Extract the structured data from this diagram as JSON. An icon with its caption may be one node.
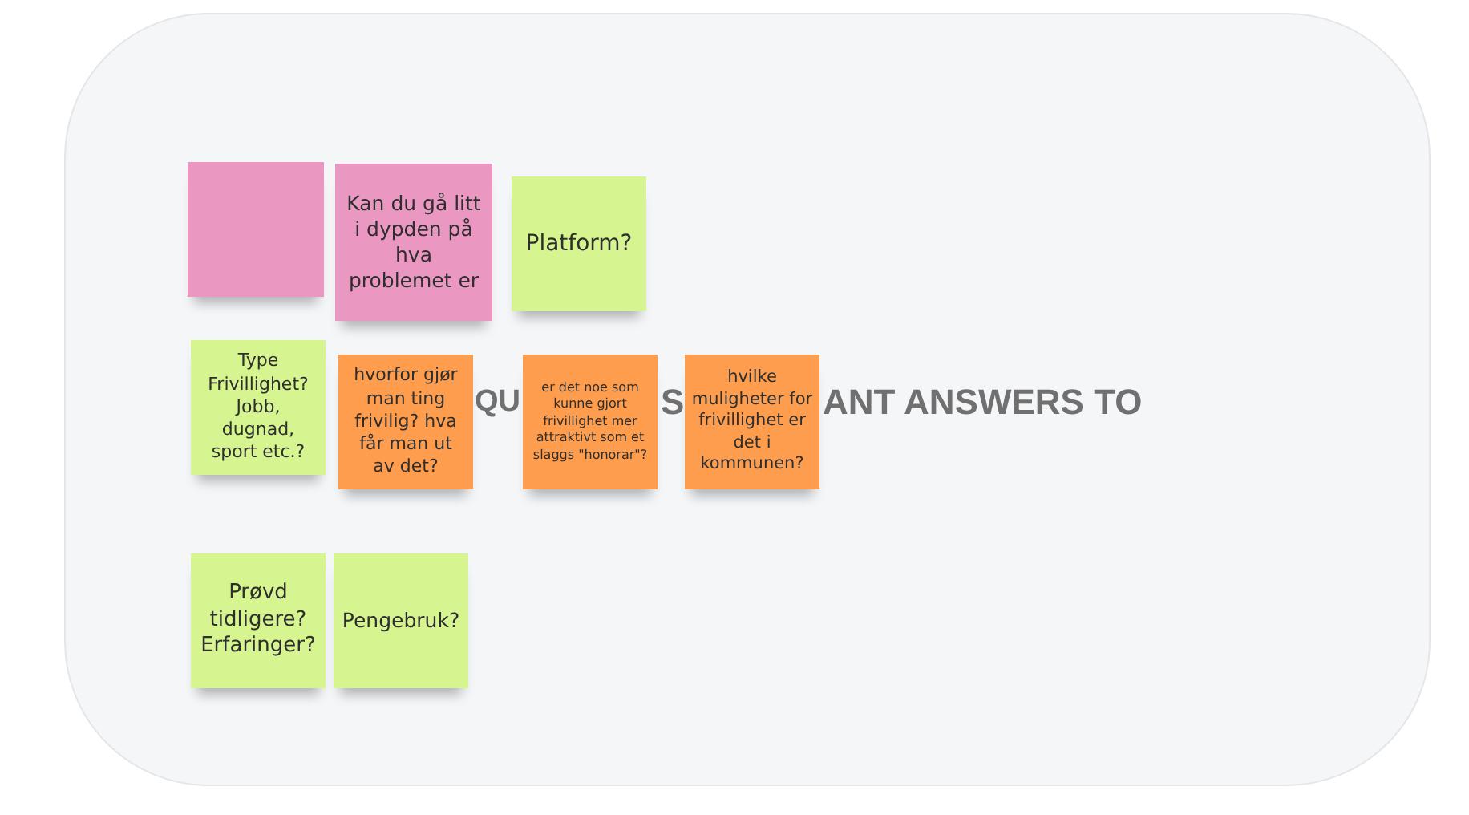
{
  "diagram": {
    "nodes": [
      {
        "text": [],
        "shape": "box"
      },
      {
        "text": [
          "Kan du gå litt i dypden på hva problemet er"
        ]
      },
      {
        "text": [
          "Platform?"
        ]
      },
      {
        "text": [
          "Type Frivillighet? Jobb, dugnad, sport etc.?"
        ]
      },
      {
        "text": [
          "hvorfor gjør man ting frivilig? hva får man ut av det?"
        ]
      },
      {
        "text": [
          "er det noe som kunne gjort frivillighet mer attraktivt som et slaggs \"honorar\"?"
        ]
      },
      {
        "text": [
          "hvilke muligheter for frivillighet er det i kommunen?"
        ]
      },
      {
        "text": [
          "Prøvd tidligere? Erfaringer?"
        ]
      },
      {
        "text": [
          "Pengebruk?"
        ]
      }
    ],
    "labels": [
      "QU",
      "S",
      "ANT ANSWERS TO"
    ]
  }
}
